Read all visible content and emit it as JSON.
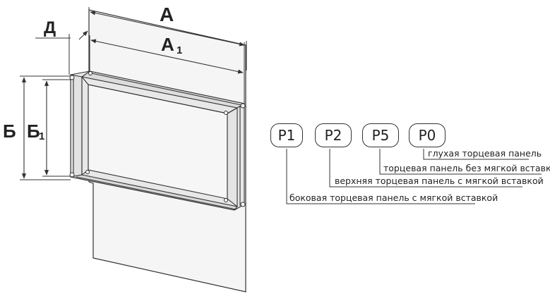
{
  "dimensions": {
    "A": "А",
    "A1": "А",
    "A1_sub": "1",
    "B": "Б",
    "B1": "Б",
    "B1_sub": "1",
    "D": "Д"
  },
  "codes": [
    {
      "code": "P1",
      "description": "боковая торцевая панель с мягкой вставкой"
    },
    {
      "code": "P2",
      "description": "верхняя торцевая панель с мягкой вставкой"
    },
    {
      "code": "P5",
      "description": "торцевая панель без мягкой вставки"
    },
    {
      "code": "P0",
      "description": "глухая торцевая панель"
    }
  ],
  "colors": {
    "line": "#333333",
    "panel_face": "#f4f4f4",
    "frame": "#e9e9e9"
  }
}
